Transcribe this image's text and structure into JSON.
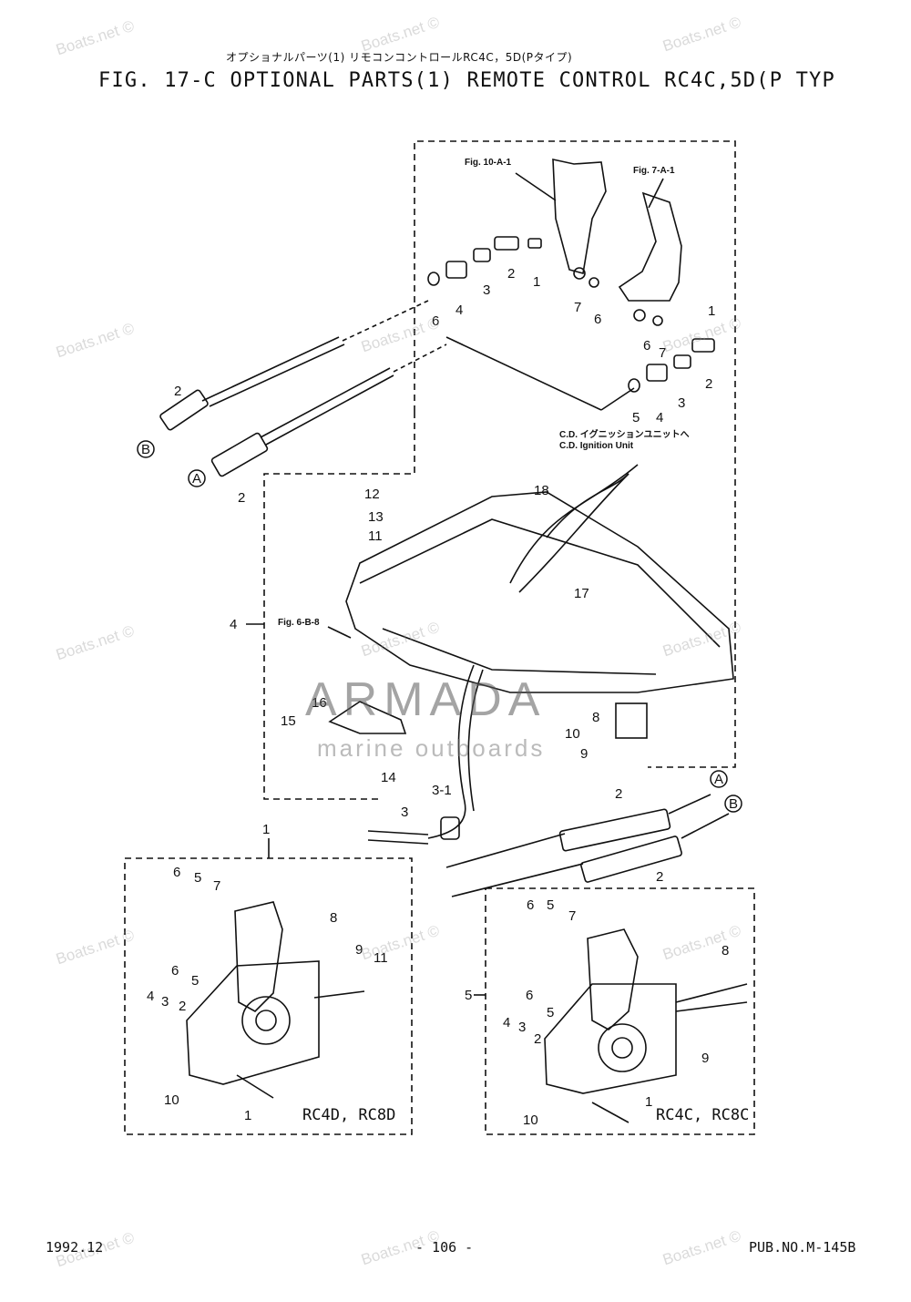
{
  "header": {
    "title_jp": "オプショナルパーツ(1) リモコンコントロールRC4C，5D(Pタイプ)",
    "title_en": "FIG. 17-C OPTIONAL PARTS(1) REMOTE CONTROL RC4C,5D(P TYP"
  },
  "references": {
    "fig_10a1": "Fig. 10-A-1",
    "fig_7a1": "Fig. 7-A-1",
    "fig_6b8": "Fig. 6-B-8",
    "ignition_jp": "C.D. イグニッションユニットへ",
    "ignition_en": "C.D. Ignition Unit"
  },
  "models": {
    "left_box": "RC4D, RC8D",
    "right_box": "RC4C, RC8C"
  },
  "connectors": {
    "a": "A",
    "b": "B"
  },
  "part_numbers": {
    "n1": "1",
    "n2": "2",
    "n3": "3",
    "n3_1": "3-1",
    "n4": "4",
    "n5": "5",
    "n6": "6",
    "n7": "7",
    "n8": "8",
    "n9": "9",
    "n10": "10",
    "n11": "11",
    "n12": "12",
    "n13": "13",
    "n14": "14",
    "n15": "15",
    "n16": "16",
    "n17": "17",
    "n18": "18"
  },
  "watermark": {
    "site": "Boats.net ©",
    "brand": "ARMADA",
    "brand_sub": "marine outboards"
  },
  "footer": {
    "date": "1992.12",
    "page": "- 106 -",
    "pub_no": "PUB.NO.M-145B"
  }
}
